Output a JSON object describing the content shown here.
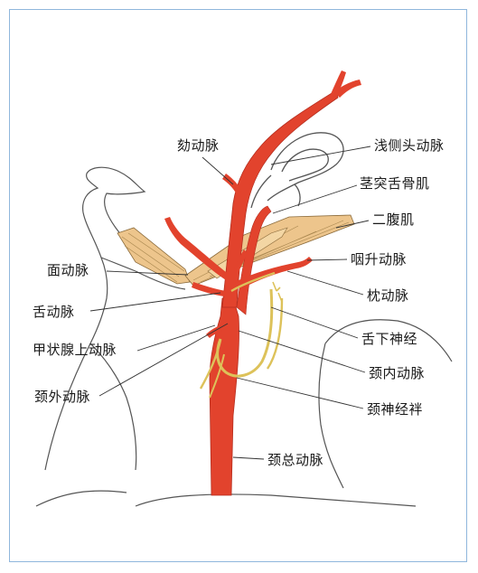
{
  "colors": {
    "artery": "#e2432d",
    "artery_dark": "#b52e1f",
    "nerve": "#ddc25a",
    "muscle": "#edc58c",
    "outline": "#555555",
    "frame": "#8fb6dc"
  },
  "labels": {
    "superficial_temporal": "浅侧头动脉",
    "stylohyoid": "茎突舌骨肌",
    "digastric": "二腹肌",
    "ascending_pharyngeal": "咽升动脉",
    "occipital": "枕动脉",
    "hypoglossal": "舌下神经",
    "internal_carotid": "颈内动脉",
    "ansa_cervicalis": "颈神经袢",
    "common_carotid": "颈总动脉",
    "maxillary": "劾动脉",
    "facial": "面动脉",
    "lingual": "舌动脉",
    "superior_thyroid": "甲状腺上动脉",
    "external_carotid": "颈外动脉"
  }
}
